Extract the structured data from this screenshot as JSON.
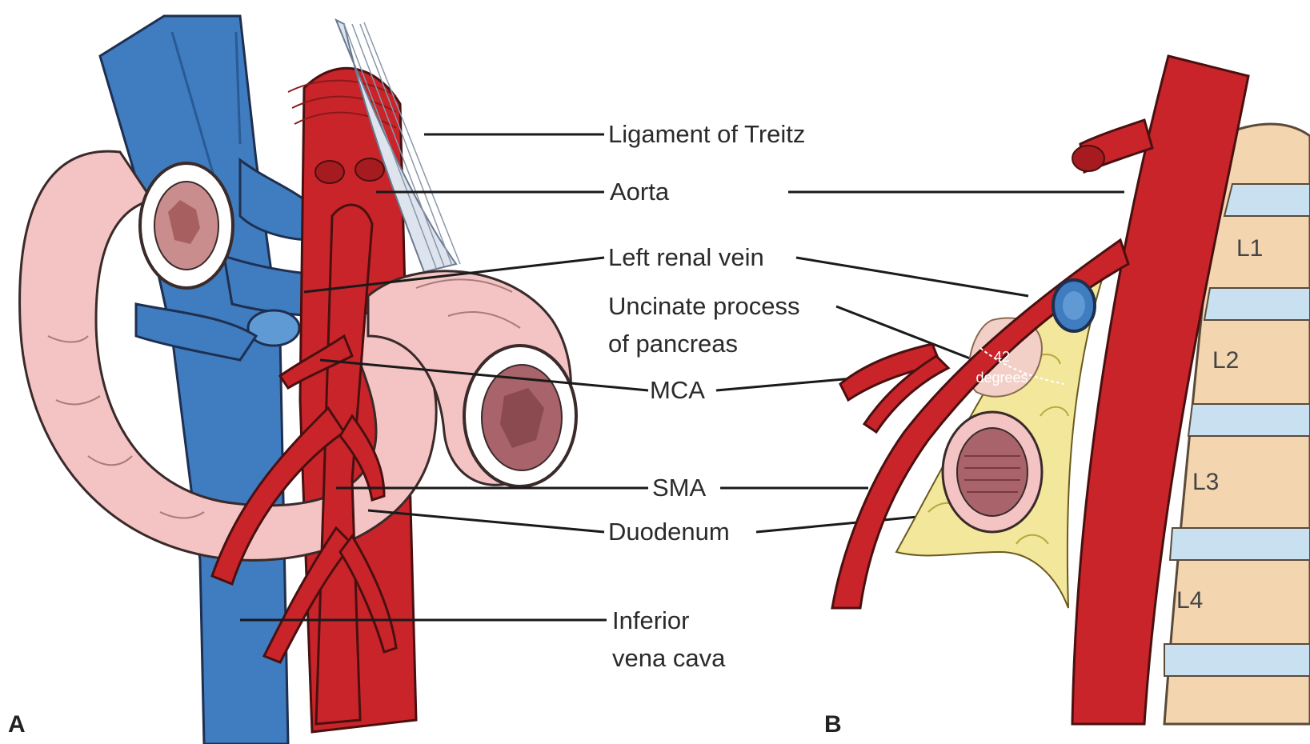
{
  "panels": {
    "a": "A",
    "b": "B"
  },
  "labels": {
    "ligament": "Ligament of Treitz",
    "aorta": "Aorta",
    "left_renal_vein": "Left renal vein",
    "uncinate_1": "Uncinate process",
    "uncinate_2": "of pancreas",
    "mca": "MCA",
    "sma": "SMA",
    "duodenum": "Duodenum",
    "ivc_1": "Inferior",
    "ivc_2": "vena cava"
  },
  "angle": {
    "value": "42",
    "unit": "degrees"
  },
  "vertebrae": [
    "L1",
    "L2",
    "L3",
    "L4"
  ],
  "colors": {
    "artery": "#c8242a",
    "vein": "#3f7cc0",
    "duodenum": "#f4c4c4",
    "pancreas": "#f2e79a",
    "vertebra": "#f3d5b0",
    "disc": "#c8e0f0"
  }
}
